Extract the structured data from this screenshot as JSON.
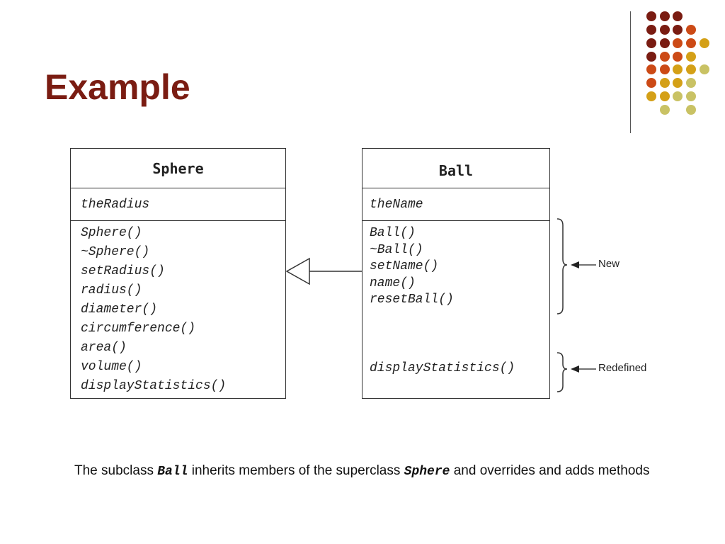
{
  "slide": {
    "title": "Example"
  },
  "decor": {
    "dot_colors": [
      "#7a1c12",
      "#7a1c12",
      "#7a1c12",
      "#cc4a16",
      "#d4a017",
      "#c9c264"
    ]
  },
  "diagram": {
    "superclass": {
      "name": "Sphere",
      "attributes": [
        "theRadius"
      ],
      "operations": [
        "Sphere()",
        "~Sphere()",
        "setRadius()",
        "radius()",
        "diameter()",
        "circumference()",
        "area()",
        "volume()",
        "displayStatistics()"
      ]
    },
    "subclass": {
      "name": "Ball",
      "attributes": [
        "theName"
      ],
      "operations_new": [
        "Ball()",
        "~Ball()",
        "setName()",
        "name()",
        "resetBall()"
      ],
      "operations_redefined": [
        "displayStatistics()"
      ]
    },
    "annotations": {
      "new": "New",
      "redefined": "Redefined"
    }
  },
  "caption": {
    "before": "The subclass ",
    "sub": "Ball",
    "middle": " inherits members of the superclass ",
    "sup": "Sphere",
    "after": " and overrides and adds methods"
  }
}
